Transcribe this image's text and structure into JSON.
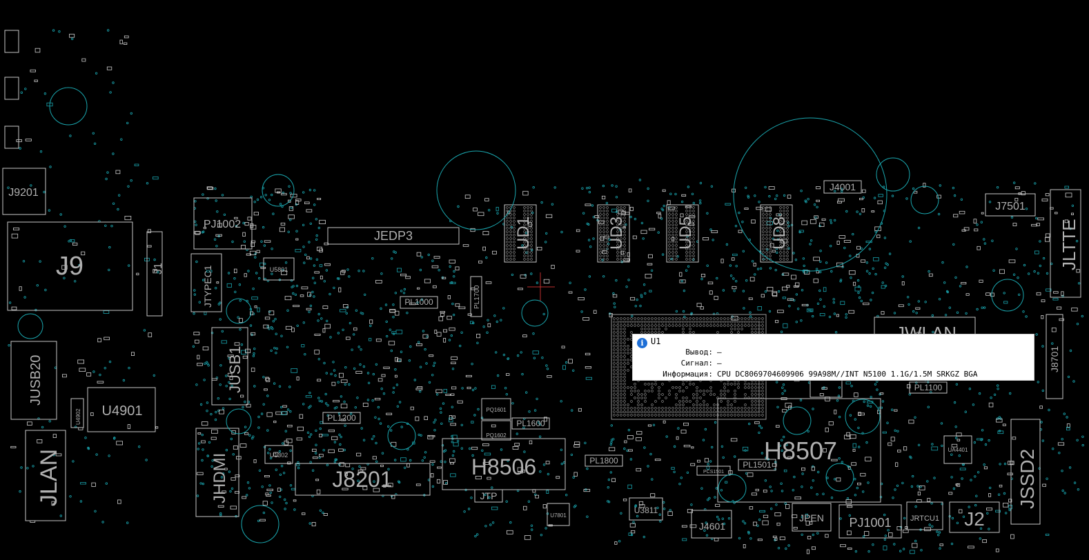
{
  "colors": {
    "background": "#000000",
    "outline": "#c8c8c8",
    "via": "#19a3ad",
    "pad": "#cfcfcf",
    "silk": "#b0b0b0",
    "tooltip_bg": "#ffffff",
    "info_icon": "#1e6fd6"
  },
  "components": {
    "j9201": "J9201",
    "j9": "J9",
    "j1": "J1",
    "jusb20": "JUSB20",
    "u4901": "U4901",
    "jlan": "JLAN",
    "pj1002": "PJ1002",
    "jtypec1": "JTYPEC1",
    "jusb1": "JUSB1",
    "jhdmi": "JHDMI",
    "u5801": "U5801",
    "jedp3": "JEDP3",
    "pl1000": "PL1000",
    "pl1200": "PL1200",
    "pl1700": "PL1700",
    "u1302": "U1302",
    "j8201": "J8201",
    "h8506": "H8506",
    "jtp": "JTP",
    "pl1600": "PL1600",
    "pq1601": "PQ1601",
    "pq1602": "PQ1602",
    "pl1800": "PL1800",
    "u7801": "U7801",
    "u3811": "U3811",
    "j4601": "J4601",
    "ud1": "UD1",
    "ud3": "UD3",
    "ud5": "UD5",
    "ud8": "UD8",
    "j4001": "J4001",
    "j7501": "J7501",
    "jltte": "JLTTE",
    "jwlan": "JWLAN",
    "j8701": "J8701",
    "pl1100": "PL1100",
    "h8507": "H8507",
    "pl1501": "PL1501",
    "pcs1501": "PCS1501",
    "jpen": "JPEN",
    "pj1001": "PJ1001",
    "jrtcu1": "JRTCU1",
    "j2": "J2",
    "jssd2": "JSSD2",
    "ua4401": "UA4401",
    "u4902": "U4902"
  },
  "tooltip": {
    "icon": "info-icon",
    "title": "U1",
    "rows": [
      {
        "label": "Вывод:",
        "value": "—"
      },
      {
        "label": "Сигнал:",
        "value": "—"
      },
      {
        "label": "Информация:",
        "value": "CPU DC8069704609906 99A98M//INT N5100 1.1G/1.5M SRKGZ BGA"
      }
    ]
  }
}
